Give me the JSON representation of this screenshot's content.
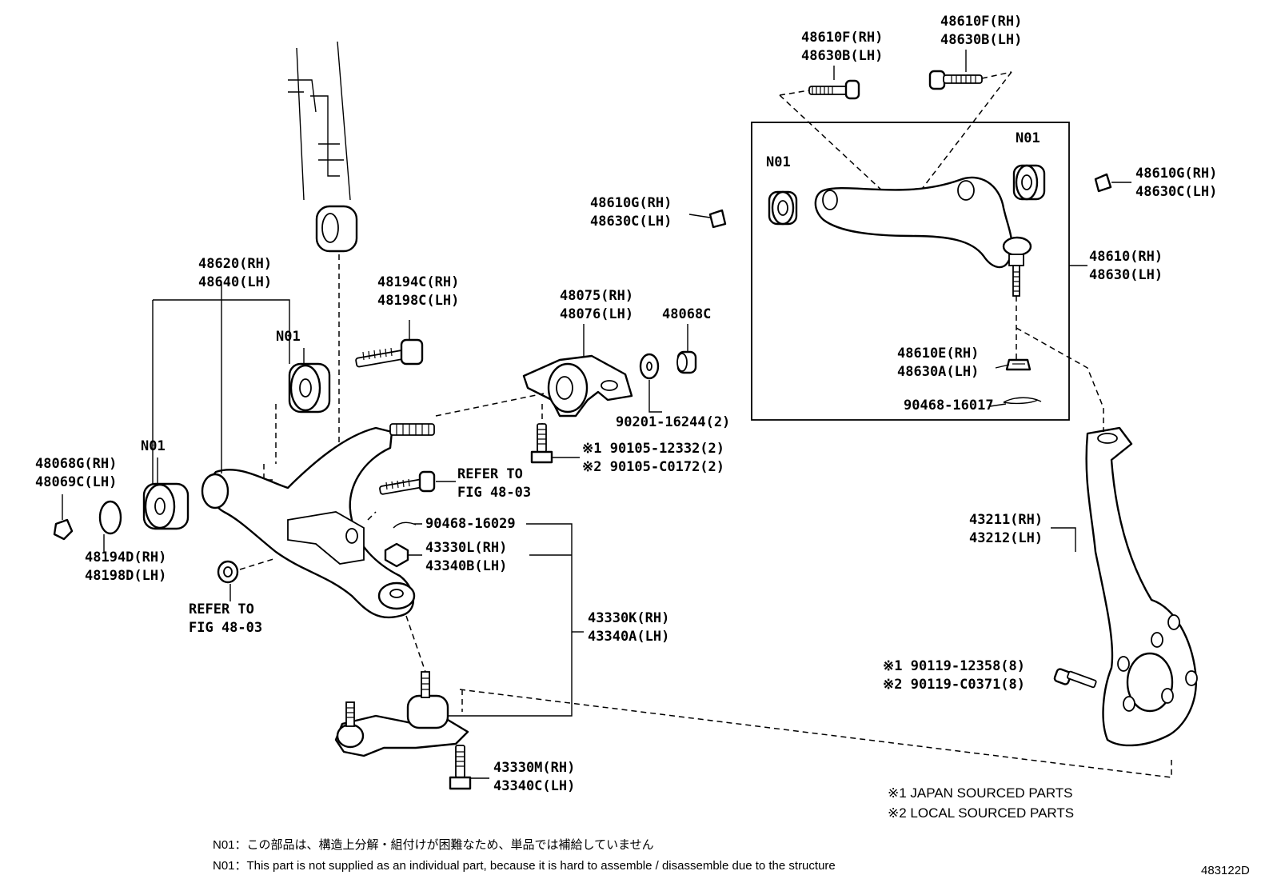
{
  "labels": {
    "p48610F_a": "48610F(RH)",
    "p48630B_a": "48630B(LH)",
    "p48610F_b": "48610F(RH)",
    "p48630B_b": "48630B(LH)",
    "n01_upper_left": "N01",
    "n01_upper_right": "N01",
    "p48610G_a": "48610G(RH)",
    "p48630C_a": "48630C(LH)",
    "p48610G_b": "48610G(RH)",
    "p48630C_b": "48630C(LH)",
    "p48610": "48610(RH)",
    "p48630": "48630(LH)",
    "p48610E": "48610E(RH)",
    "p48630A": "48630A(LH)",
    "p90468_16017": "90468-16017",
    "p48620": "48620(RH)",
    "p48640": "48640(LH)",
    "p48194C": "48194C(RH)",
    "p48198C": "48198C(LH)",
    "p48075": "48075(RH)",
    "p48076": "48076(LH)",
    "p48068C": "48068C",
    "n01_lower_top": "N01",
    "n01_lower_left": "N01",
    "p48068G": "48068G(RH)",
    "p48069C": "48069C(LH)",
    "p90201": "90201-16244(2)",
    "p90105_1": "※1 90105-12332(2)",
    "p90105_2": "※2 90105-C0172(2)",
    "refer1_a": "REFER TO",
    "refer1_b": "FIG 48-03",
    "p90468_16029": "90468-16029",
    "p43330L": "43330L(RH)",
    "p43340B": "43340B(LH)",
    "p48194D": "48194D(RH)",
    "p48198D": "48198D(LH)",
    "refer2_a": "REFER TO",
    "refer2_b": "FIG 48-03",
    "p43330K": "43330K(RH)",
    "p43340A": "43340A(LH)",
    "p43211": "43211(RH)",
    "p43212": "43212(LH)",
    "p90119_1": "※1 90119-12358(8)",
    "p90119_2": "※2 90119-C0371(8)",
    "p43330M": "43330M(RH)",
    "p43340C": "43340C(LH)"
  },
  "notes": {
    "japan": "※1 JAPAN SOURCED PARTS",
    "local": "※2 LOCAL SOURCED PARTS"
  },
  "footnotes": {
    "jp": "N01：この部品は、構造上分解・組付けが困難なため、単品では補給していません",
    "en": "N01：This part is not supplied as an individual part, because it is hard to assemble / disassemble due to the structure"
  },
  "figure_id": "483122D"
}
